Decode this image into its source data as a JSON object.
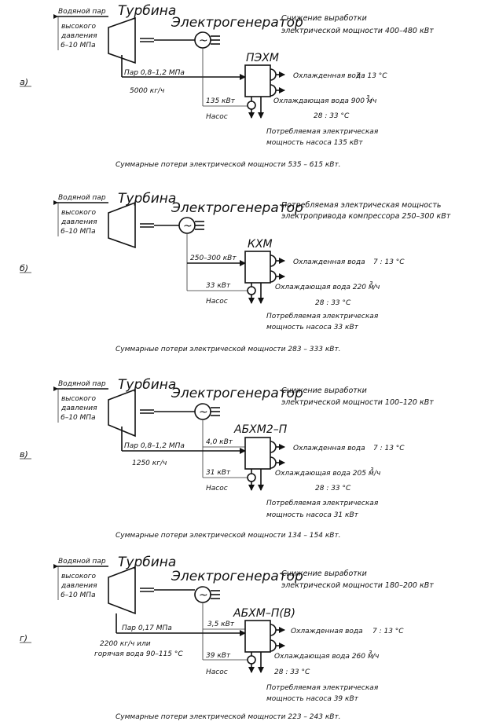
{
  "panels": [
    {
      "label": "а)",
      "steam": [
        "Водяной пар",
        "высокого",
        "давления",
        "6–10 МПа"
      ],
      "turbine": "Турбина",
      "generator": "Электрогенератор",
      "note": [
        "Снижение выработки",
        "электрической мощности 400–480 кВт"
      ],
      "machine": "ПЭХМ",
      "extraction": [
        "Пар 0,8–1,2 МПа",
        "5000 кг/ч"
      ],
      "drive_power": "",
      "pump_power": "135 кВт",
      "pump": "Насос",
      "chilled": "Охлажденная вода",
      "chilled_temp": "7 : 13 °С",
      "cooling": "Охлаждающая вода 900 м",
      "cooling_unit": "3",
      "cooling_per": "/ч",
      "cooling_temp": "28 : 33 °С",
      "pump_note": [
        "Потребляемая электрическая",
        "мощность насоса 135 кВт"
      ],
      "total": "Суммарные потери электрической мощности 535 – 615 кВт."
    },
    {
      "label": "б)",
      "steam": [
        "Водяной пар",
        "высокого",
        "давления",
        "6–10 МПа"
      ],
      "turbine": "Турбина",
      "generator": "Электрогенератор",
      "note": [
        "Потребляемая электрическая мощность",
        "электропривода компрессора 250–300 кВт"
      ],
      "machine": "КХМ",
      "extraction": [
        "",
        ""
      ],
      "drive_power": "250–300 кВт",
      "pump_power": "33 кВт",
      "pump": "Насос",
      "chilled": "Охлажденная вода",
      "chilled_temp": "7 : 13 °С",
      "cooling": "Охлаждающая вода 220 м",
      "cooling_unit": "3",
      "cooling_per": "/ч",
      "cooling_temp": "28 : 33 °С",
      "pump_note": [
        "Потребляемая электрическая",
        "мощность насоса 33 кВт"
      ],
      "total": "Суммарные потери электрической мощности 283 – 333 кВт."
    },
    {
      "label": "в)",
      "steam": [
        "Водяной пар",
        "высокого",
        "давления",
        "6–10 МПа"
      ],
      "turbine": "Турбина",
      "generator": "Электрогенератор",
      "note": [
        "Снижение выработки",
        "электрической мощности 100–120 кВт"
      ],
      "machine": "АБХМ2–П",
      "extraction": [
        "Пар 0,8–1,2 МПа",
        "1250 кг/ч"
      ],
      "drive_power": "4,0 кВт",
      "pump_power": "31 кВт",
      "pump": "Насос",
      "chilled": "Охлажденная вода",
      "chilled_temp": "7 : 13 °С",
      "cooling": "Охлаждающая вода 205 м",
      "cooling_unit": "3",
      "cooling_per": "/ч",
      "cooling_temp": "28 : 33 °С",
      "pump_note": [
        "Потребляемая электрическая",
        "мощность насоса 31 кВт"
      ],
      "total": "Суммарные потери электрической мощности 134 – 154 кВт."
    },
    {
      "label": "г)",
      "steam": [
        "Водяной пар",
        "высокого",
        "давления",
        "6–10 МПа"
      ],
      "turbine": "Турбина",
      "generator": "Электрогенератор",
      "note": [
        "Снижение выработки",
        "электрической мощности 180–200 кВт"
      ],
      "machine": "АБХМ–П(В)",
      "extraction": [
        "Пар 0,17 МПа",
        "2200 кг/ч или",
        "горячая вода 90–115 °С"
      ],
      "drive_power": "3,5 кВт",
      "pump_power": "39 кВт",
      "pump": "Насос",
      "chilled": "Охлажденная вода",
      "chilled_temp": "7 : 13 °С",
      "cooling": "Охлаждающая вода 260 м",
      "cooling_unit": "3",
      "cooling_per": "/ч",
      "cooling_temp": "28 : 33 °С",
      "pump_note": [
        "Потребляемая электрическая",
        "мощность насоса 39 кВт"
      ],
      "total": "Суммарные потери электрической мощности 223 – 243 кВт."
    }
  ]
}
